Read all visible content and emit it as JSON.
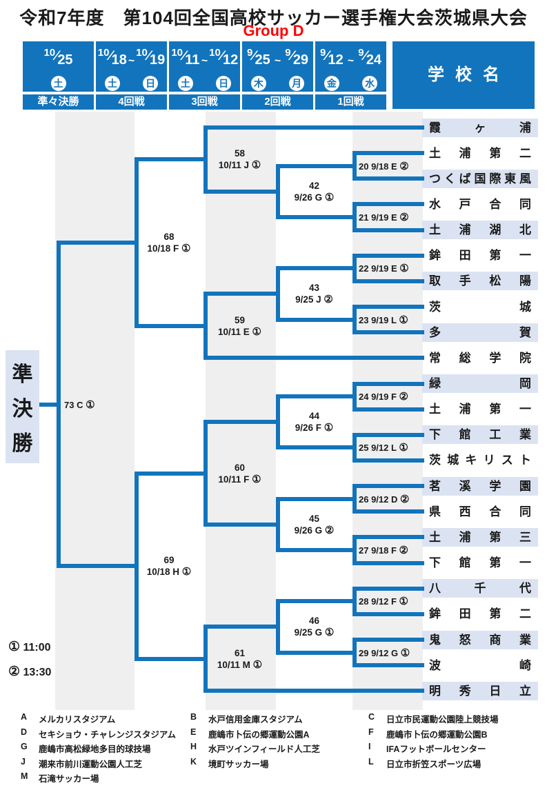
{
  "title": "令和7年度　第104回全国高校サッカー選手権大会茨城県大会",
  "group": "Group D",
  "colors": {
    "blue": "#1274bc",
    "light_blue": "#dbe3f2",
    "stripe_gray": "#efefef",
    "red": "#ff0000"
  },
  "header": {
    "school_header": "学校名",
    "tilde": "~",
    "columns": [
      {
        "round": "準々決勝",
        "dates": [
          {
            "month": "10",
            "day": "25",
            "weekday": "土"
          }
        ]
      },
      {
        "round": "4回戦",
        "dates": [
          {
            "month": "10",
            "day": "18",
            "weekday": "土"
          },
          {
            "month": "10",
            "day": "19",
            "weekday": "日"
          }
        ]
      },
      {
        "round": "3回戦",
        "dates": [
          {
            "month": "10",
            "day": "11",
            "weekday": "土"
          },
          {
            "month": "10",
            "day": "12",
            "weekday": "日"
          }
        ]
      },
      {
        "round": "2回戦",
        "dates": [
          {
            "month": "9",
            "day": "25",
            "weekday": "木"
          },
          {
            "month": "9",
            "day": "29",
            "weekday": "月"
          }
        ]
      },
      {
        "round": "1回戦",
        "dates": [
          {
            "month": "9",
            "day": "12",
            "weekday": "金"
          },
          {
            "month": "9",
            "day": "24",
            "weekday": "水"
          }
        ]
      }
    ]
  },
  "semifinal_label": "準決勝",
  "schools": [
    {
      "name": "霞ヶ浦",
      "highlight": true
    },
    {
      "name": "土浦第二",
      "highlight": false
    },
    {
      "name": "つくば国際東風",
      "highlight": true
    },
    {
      "name": "水戸合同",
      "highlight": false
    },
    {
      "name": "土浦湖北",
      "highlight": true
    },
    {
      "name": "鉾田第一",
      "highlight": false
    },
    {
      "name": "取手松陽",
      "highlight": true
    },
    {
      "name": "茨城",
      "highlight": false
    },
    {
      "name": "多賀",
      "highlight": true
    },
    {
      "name": "常総学院",
      "highlight": false
    },
    {
      "name": "緑岡",
      "highlight": true
    },
    {
      "name": "土浦第一",
      "highlight": false
    },
    {
      "name": "下館工業",
      "highlight": true
    },
    {
      "name": "茨城キリスト",
      "highlight": false
    },
    {
      "name": "茗溪学園",
      "highlight": true
    },
    {
      "name": "県西合同",
      "highlight": false
    },
    {
      "name": "土浦第三",
      "highlight": true
    },
    {
      "name": "下館第一",
      "highlight": false
    },
    {
      "name": "八千代",
      "highlight": true
    },
    {
      "name": "鉾田第二",
      "highlight": false
    },
    {
      "name": "鬼怒商業",
      "highlight": true
    },
    {
      "name": "波崎",
      "highlight": false
    },
    {
      "name": "明秀日立",
      "highlight": true
    }
  ],
  "bracket": {
    "round1": [
      {
        "no": "20",
        "date": "9/18",
        "venue": "E",
        "slot": "②",
        "pair": [
          1,
          2
        ]
      },
      {
        "no": "21",
        "date": "9/19",
        "venue": "E",
        "slot": "②",
        "pair": [
          3,
          4
        ]
      },
      {
        "no": "22",
        "date": "9/19",
        "venue": "E",
        "slot": "①",
        "pair": [
          5,
          6
        ]
      },
      {
        "no": "23",
        "date": "9/19",
        "venue": "L",
        "slot": "①",
        "pair": [
          7,
          8
        ]
      },
      {
        "no": "24",
        "date": "9/19",
        "venue": "F",
        "slot": "②",
        "pair": [
          10,
          11
        ]
      },
      {
        "no": "25",
        "date": "9/12",
        "venue": "L",
        "slot": "①",
        "pair": [
          12,
          13
        ]
      },
      {
        "no": "26",
        "date": "9/12",
        "venue": "D",
        "slot": "②",
        "pair": [
          14,
          15
        ]
      },
      {
        "no": "27",
        "date": "9/18",
        "venue": "F",
        "slot": "②",
        "pair": [
          16,
          17
        ]
      },
      {
        "no": "28",
        "date": "9/12",
        "venue": "F",
        "slot": "①",
        "pair": [
          18,
          19
        ]
      },
      {
        "no": "29",
        "date": "9/12",
        "venue": "G",
        "slot": "①",
        "pair": [
          20,
          21
        ]
      }
    ],
    "round2": [
      {
        "no": "42",
        "date": "9/26",
        "venue": "G",
        "slot": "①",
        "from": [
          "match:20",
          "match:21"
        ]
      },
      {
        "no": "43",
        "date": "9/25",
        "venue": "J",
        "slot": "②",
        "from": [
          "match:22",
          "match:23"
        ]
      },
      {
        "no": "44",
        "date": "9/26",
        "venue": "F",
        "slot": "①",
        "from": [
          "match:24",
          "match:25"
        ]
      },
      {
        "no": "45",
        "date": "9/26",
        "venue": "G",
        "slot": "②",
        "from": [
          "match:26",
          "match:27"
        ]
      },
      {
        "no": "46",
        "date": "9/25",
        "venue": "G",
        "slot": "①",
        "from": [
          "match:28",
          "match:29"
        ]
      }
    ],
    "round3": [
      {
        "no": "58",
        "date": "10/11",
        "venue": "J",
        "slot": "①",
        "from": [
          "school:0",
          "match:42"
        ]
      },
      {
        "no": "59",
        "date": "10/11",
        "venue": "E",
        "slot": "①",
        "from": [
          "match:43",
          "school:9"
        ]
      },
      {
        "no": "60",
        "date": "10/11",
        "venue": "F",
        "slot": "①",
        "from": [
          "match:44",
          "match:45"
        ]
      },
      {
        "no": "61",
        "date": "10/11",
        "venue": "M",
        "slot": "①",
        "from": [
          "match:46",
          "school:22"
        ]
      }
    ],
    "round4": [
      {
        "no": "68",
        "date": "10/18",
        "venue": "F",
        "slot": "①",
        "from": [
          "match:58",
          "match:59"
        ]
      },
      {
        "no": "69",
        "date": "10/18",
        "venue": "H",
        "slot": "①",
        "from": [
          "match:60",
          "match:61"
        ]
      }
    ],
    "semifinal": {
      "no": "73",
      "venue": "C",
      "slot": "①",
      "from": [
        "match:68",
        "match:69"
      ]
    }
  },
  "notes": [
    {
      "mark": "①",
      "time": "11:00"
    },
    {
      "mark": "②",
      "time": "13:30"
    }
  ],
  "venues": [
    {
      "code": "A",
      "name": "メルカリスタジアム"
    },
    {
      "code": "B",
      "name": "水戸信用金庫スタジアム"
    },
    {
      "code": "C",
      "name": "日立市民運動公園陸上競技場"
    },
    {
      "code": "D",
      "name": "セキショウ・チャレンジスタジアム"
    },
    {
      "code": "E",
      "name": "鹿嶋市卜伝の郷運動公園A"
    },
    {
      "code": "F",
      "name": "鹿嶋市卜伝の郷運動公園B"
    },
    {
      "code": "G",
      "name": "鹿嶋市高松緑地多目的球技場"
    },
    {
      "code": "H",
      "name": "水戸ツインフィールド人工芝"
    },
    {
      "code": "I",
      "name": "IFAフットボールセンター"
    },
    {
      "code": "J",
      "name": "潮来市前川運動公園人工芝"
    },
    {
      "code": "K",
      "name": "境町サッカー場"
    },
    {
      "code": "L",
      "name": "日立市折笠スポーツ広場"
    },
    {
      "code": "M",
      "name": "石滝サッカー場"
    }
  ]
}
